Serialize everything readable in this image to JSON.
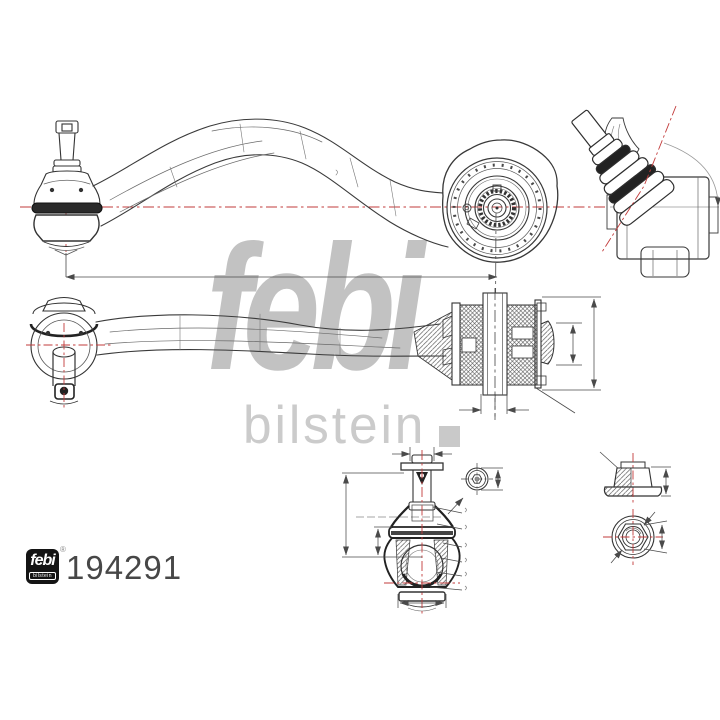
{
  "watermark": {
    "word1": "febi",
    "word2": "bilstein"
  },
  "logo": {
    "brand": "febi",
    "sub_brand": "bilstein",
    "registered_mark": "®"
  },
  "part_number": "194291",
  "drawing": {
    "colors": {
      "centerline_red": "#c23b3b",
      "line_dark": "#3a3a3a",
      "dimension_gray": "#555555",
      "watermark_gray": "#c6c6c6"
    }
  }
}
